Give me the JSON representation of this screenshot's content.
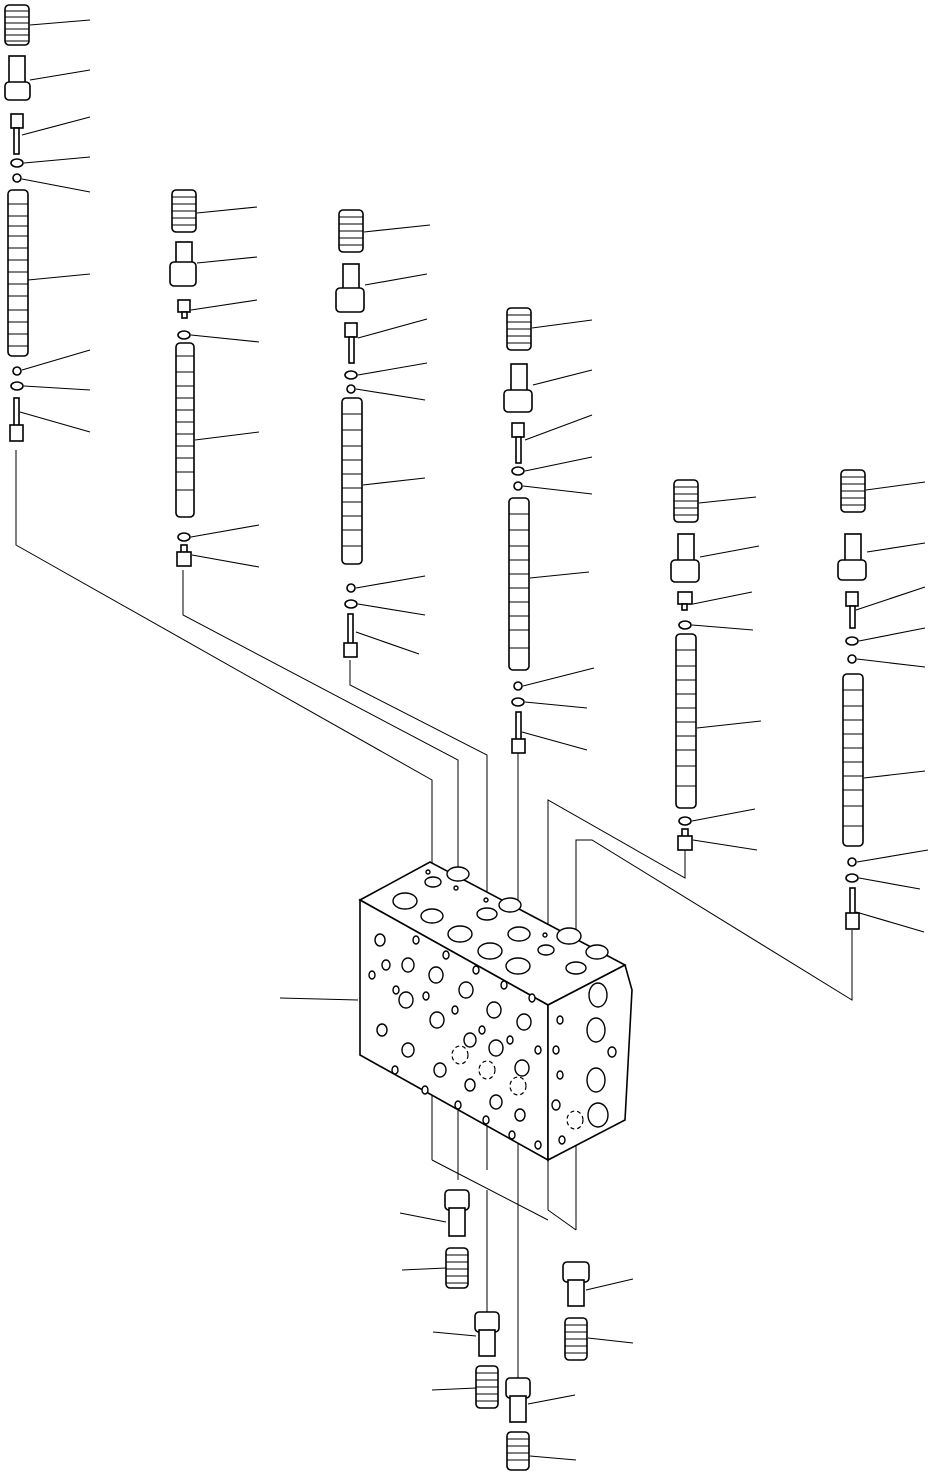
{
  "diagram": {
    "kind": "exploded-parts-diagram",
    "subject": "control-valve-assembly",
    "colors": {
      "line": "#000000",
      "background": "#ffffff"
    },
    "spool_stacks": [
      {
        "id": "stack-1",
        "parts": [
          "spring",
          "retainer",
          "stopper",
          "o-ring",
          "backup-ring",
          "spool",
          "backup-ring",
          "o-ring",
          "plug"
        ]
      },
      {
        "id": "stack-2",
        "parts": [
          "spring",
          "retainer",
          "stopper",
          "o-ring",
          "spool",
          "o-ring",
          "plug"
        ]
      },
      {
        "id": "stack-3",
        "parts": [
          "spring",
          "retainer",
          "stopper",
          "o-ring",
          "backup-ring",
          "spool",
          "backup-ring",
          "o-ring",
          "plug"
        ]
      },
      {
        "id": "stack-4",
        "parts": [
          "spring",
          "retainer",
          "stopper",
          "o-ring",
          "backup-ring",
          "spool",
          "backup-ring",
          "o-ring",
          "plug"
        ]
      },
      {
        "id": "stack-5",
        "parts": [
          "spring",
          "retainer",
          "stopper",
          "o-ring",
          "spool",
          "o-ring",
          "plug"
        ]
      },
      {
        "id": "stack-6",
        "parts": [
          "spring",
          "retainer",
          "stopper",
          "o-ring",
          "backup-ring",
          "spool",
          "backup-ring",
          "o-ring",
          "plug"
        ]
      }
    ],
    "valve_body": {
      "id": "valve-block"
    },
    "lower_parts": [
      {
        "id": "lower-1",
        "parts": [
          "cap",
          "spring"
        ]
      },
      {
        "id": "lower-2",
        "parts": [
          "cap",
          "spring"
        ]
      },
      {
        "id": "lower-3",
        "parts": [
          "cap",
          "spring"
        ]
      },
      {
        "id": "lower-4",
        "parts": [
          "cap",
          "spring"
        ]
      }
    ]
  }
}
